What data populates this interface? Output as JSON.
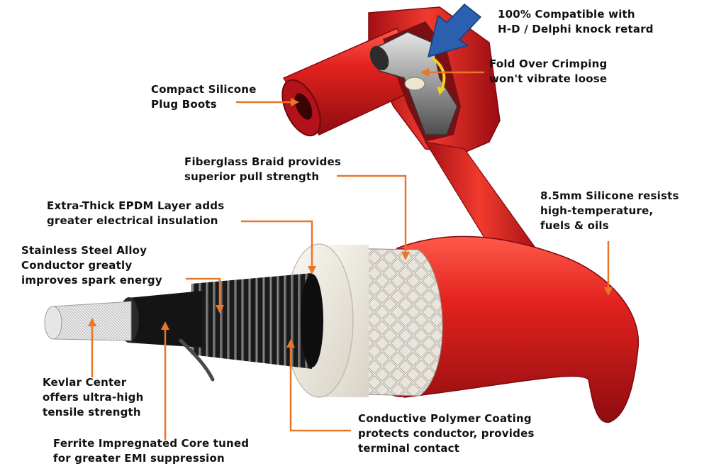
{
  "labels": {
    "compatible": {
      "line1": "100% Compatible with",
      "line2": "H-D / Delphi knock retard"
    },
    "crimping": {
      "line1": "Fold Over Crimping",
      "line2": "won't vibrate loose"
    },
    "boots": {
      "line1": "Compact Silicone",
      "line2": "Plug Boots"
    },
    "fiberglass": {
      "line1": "Fiberglass Braid provides",
      "line2": "superior pull strength"
    },
    "silicone": {
      "line1": "8.5mm Silicone resists",
      "line2": "high-temperature,",
      "line3": "fuels & oils"
    },
    "epdm": {
      "line1": "Extra-Thick EPDM Layer adds",
      "line2": "greater electrical insulation"
    },
    "steel": {
      "line1": "Stainless Steel Alloy",
      "line2": "Conductor greatly",
      "line3": "improves spark energy"
    },
    "kevlar": {
      "line1": "Kevlar Center",
      "line2": "offers ultra-high",
      "line3": "tensile strength"
    },
    "polymer": {
      "line1": "Conductive Polymer Coating",
      "line2": "protects conductor, provides",
      "line3": "terminal contact"
    },
    "ferrite": {
      "line1": "Ferrite Impregnated Core tuned",
      "line2": "for greater EMI suppression"
    }
  },
  "colors": {
    "silicone_red": "#d3141c",
    "leader_orange": "#e8772a",
    "arrow_blue": "#2b5fb0",
    "crimp_yellow": "#f2d21b",
    "epdm_white": "#f1eee6",
    "core_black": "#141414"
  }
}
